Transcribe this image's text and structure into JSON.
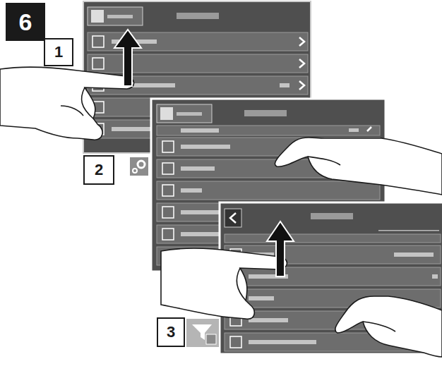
{
  "diagram": {
    "nodes": [
      {
        "text": [
          "6"
        ]
      },
      {
        "text": [
          "1"
        ]
      },
      {
        "text": [
          "2"
        ]
      },
      {
        "text": [
          "3"
        ]
      }
    ]
  }
}
